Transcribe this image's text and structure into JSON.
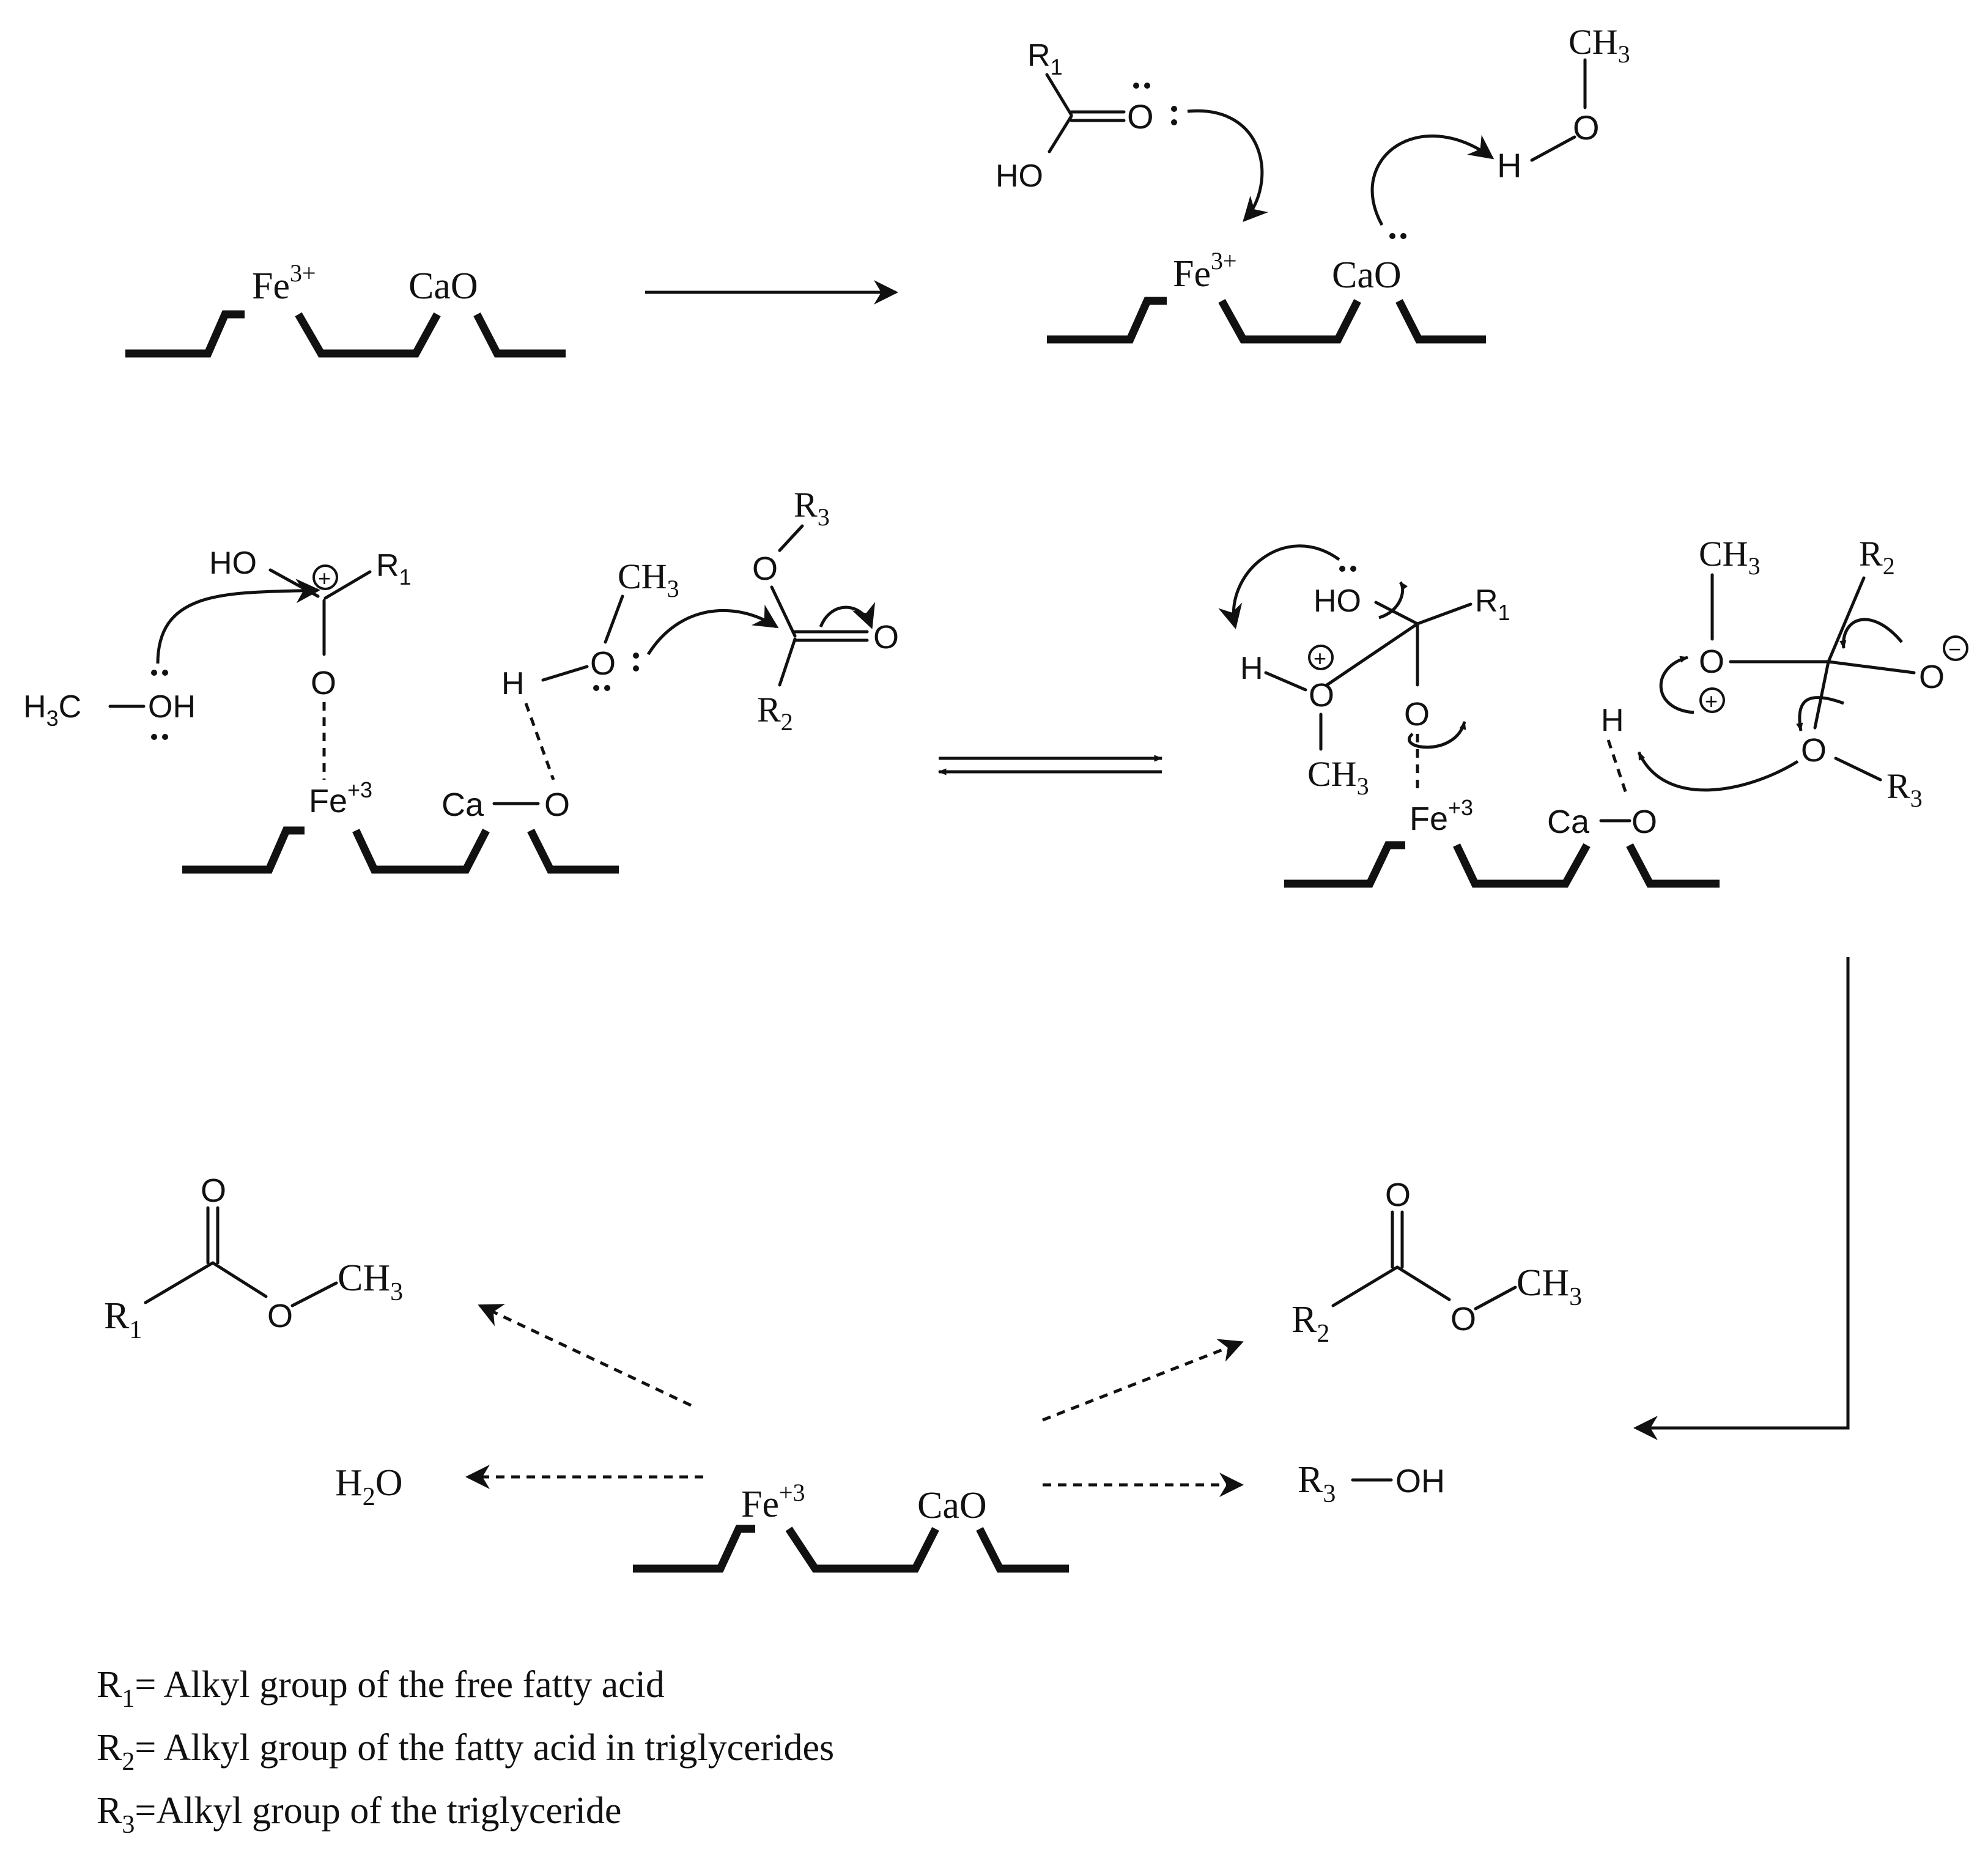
{
  "labels": {
    "fe3plus": "Fe",
    "fe3plus_sup": "3+",
    "fe_plus3": "Fe",
    "fe_plus3_sup": "+3",
    "cao": "CaO",
    "ca": "Ca",
    "o": "O",
    "h": "H",
    "ho": "HO",
    "oh": "OH",
    "ch3": "CH",
    "h3c": "H",
    "sub3": "3",
    "c_letter": "C",
    "r": "R",
    "sub1": "1",
    "sub2": "2",
    "h2o": "H",
    "h2o_o": "O",
    "plus_charge": "+",
    "minus_charge": "−"
  },
  "legend": [
    {
      "symbol": "R",
      "sub": "1",
      "text": "= Alkyl group of the free fatty acid"
    },
    {
      "symbol": "R",
      "sub": "2",
      "text": "= Alkyl group of the fatty acid in triglycerides"
    },
    {
      "symbol": "R",
      "sub": "3",
      "text": "=Alkyl group of the triglyceride"
    }
  ]
}
